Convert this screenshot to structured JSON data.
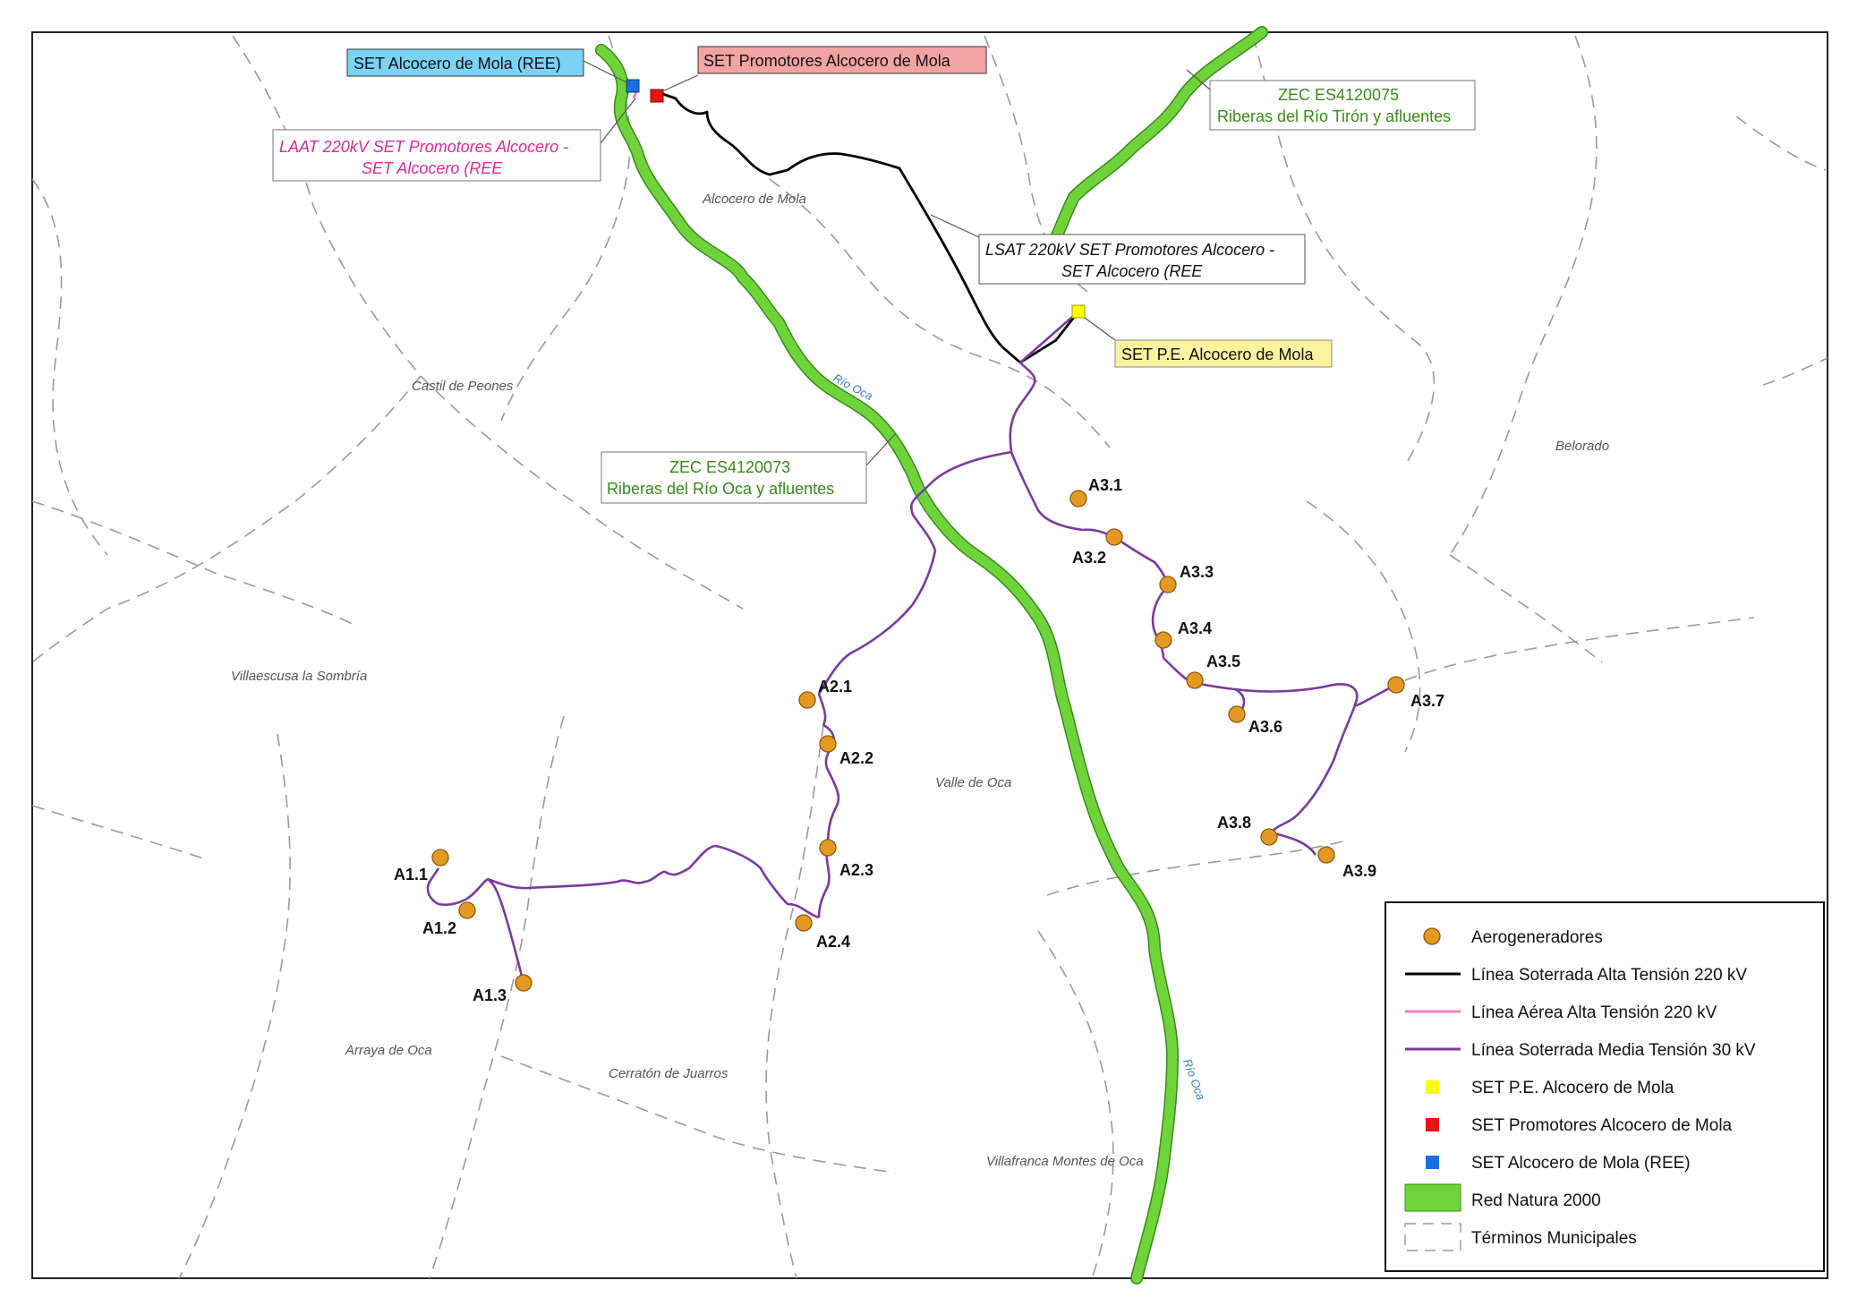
{
  "colors": {
    "turbine": "#e49a22",
    "hv_underground": "#000000",
    "hv_aerial": "#ff7ab8",
    "mv_underground": "#7a3a9e",
    "set_pe": "#ffff00",
    "set_promotores": "#ee1111",
    "set_ree": "#1a6fe0",
    "red_natura": "#6fd43a",
    "municipal": "#9a9a9a"
  },
  "callouts": {
    "set_ree": "SET Alcocero de Mola (REE)",
    "set_promotores": "SET Promotores Alcocero de Mola",
    "laat_line1": "LAAT 220kV SET Promotores Alcocero -",
    "laat_line2": "SET Alcocero (REE",
    "zec_tiron_line1": "ZEC ES4120075",
    "zec_tiron_line2": "Riberas del Río Tirón y afluentes",
    "lsat_line1": "LSAT 220kV SET Promotores Alcocero -",
    "lsat_line2": "SET Alcocero (REE",
    "set_pe": "SET P.E. Alcocero de Mola",
    "zec_oca_line1": "ZEC ES4120073",
    "zec_oca_line2": "Riberas del Río Oca y afluentes"
  },
  "towns": {
    "alcocero": "Alcocero de Mola",
    "castil": "Castil de Peones",
    "belorado": "Belorado",
    "villaescusa": "Villaescusa la Sombría",
    "valle": "Valle de Oca",
    "arraya": "Arraya de Oca",
    "cerraton": "Cerratón de Juarros",
    "villafranca": "Villafranca Montes de Oca"
  },
  "rivers": {
    "oca_north": "Río Oca",
    "oca_south": "Río Oca"
  },
  "turbines": [
    {
      "id": "A1.1"
    },
    {
      "id": "A1.2"
    },
    {
      "id": "A1.3"
    },
    {
      "id": "A2.1"
    },
    {
      "id": "A2.2"
    },
    {
      "id": "A2.3"
    },
    {
      "id": "A2.4"
    },
    {
      "id": "A3.1"
    },
    {
      "id": "A3.2"
    },
    {
      "id": "A3.3"
    },
    {
      "id": "A3.4"
    },
    {
      "id": "A3.5"
    },
    {
      "id": "A3.6"
    },
    {
      "id": "A3.7"
    },
    {
      "id": "A3.8"
    },
    {
      "id": "A3.9"
    }
  ],
  "legend": {
    "aerogeneradores": "Aerogeneradores",
    "lsat": "Línea Soterrada Alta Tensión 220 kV",
    "laat": "Línea Aérea Alta Tensión 220 kV",
    "lsmt": "Línea Soterrada Media Tensión 30 kV",
    "set_pe": "SET P.E. Alcocero de Mola",
    "set_promotores": "SET Promotores Alcocero de Mola",
    "set_ree": "SET Alcocero de Mola (REE)",
    "natura": "Red Natura 2000",
    "municipal": "Términos Municipales"
  }
}
